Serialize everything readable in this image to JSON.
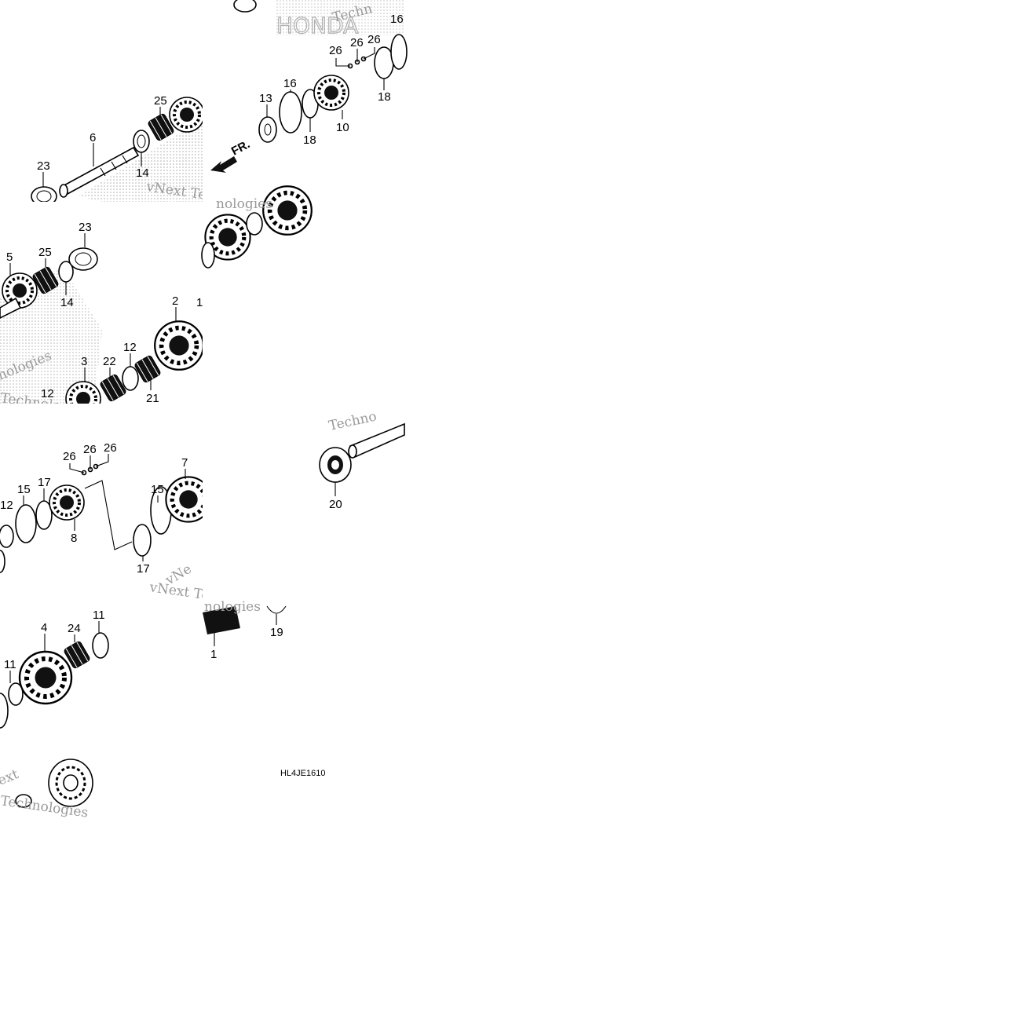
{
  "diagram": {
    "drawing_code": "HL4JE1610",
    "front_arrow_label": "FR.",
    "watermarks": [
      "vNext Technologies",
      "vNext Tec",
      "Techno",
      "Techn",
      "nologies",
      "Technologies",
      "HONDA"
    ],
    "callouts": [
      "1",
      "2",
      "3",
      "4",
      "5",
      "6",
      "7",
      "8",
      "10",
      "11",
      "12",
      "13",
      "14",
      "15",
      "16",
      "17",
      "18",
      "19",
      "20",
      "21",
      "22",
      "23",
      "24",
      "25",
      "26"
    ],
    "colors": {
      "line": "#000000",
      "watermark": "#9a9a9a",
      "background": "#ffffff",
      "stipple": "#888888"
    }
  }
}
